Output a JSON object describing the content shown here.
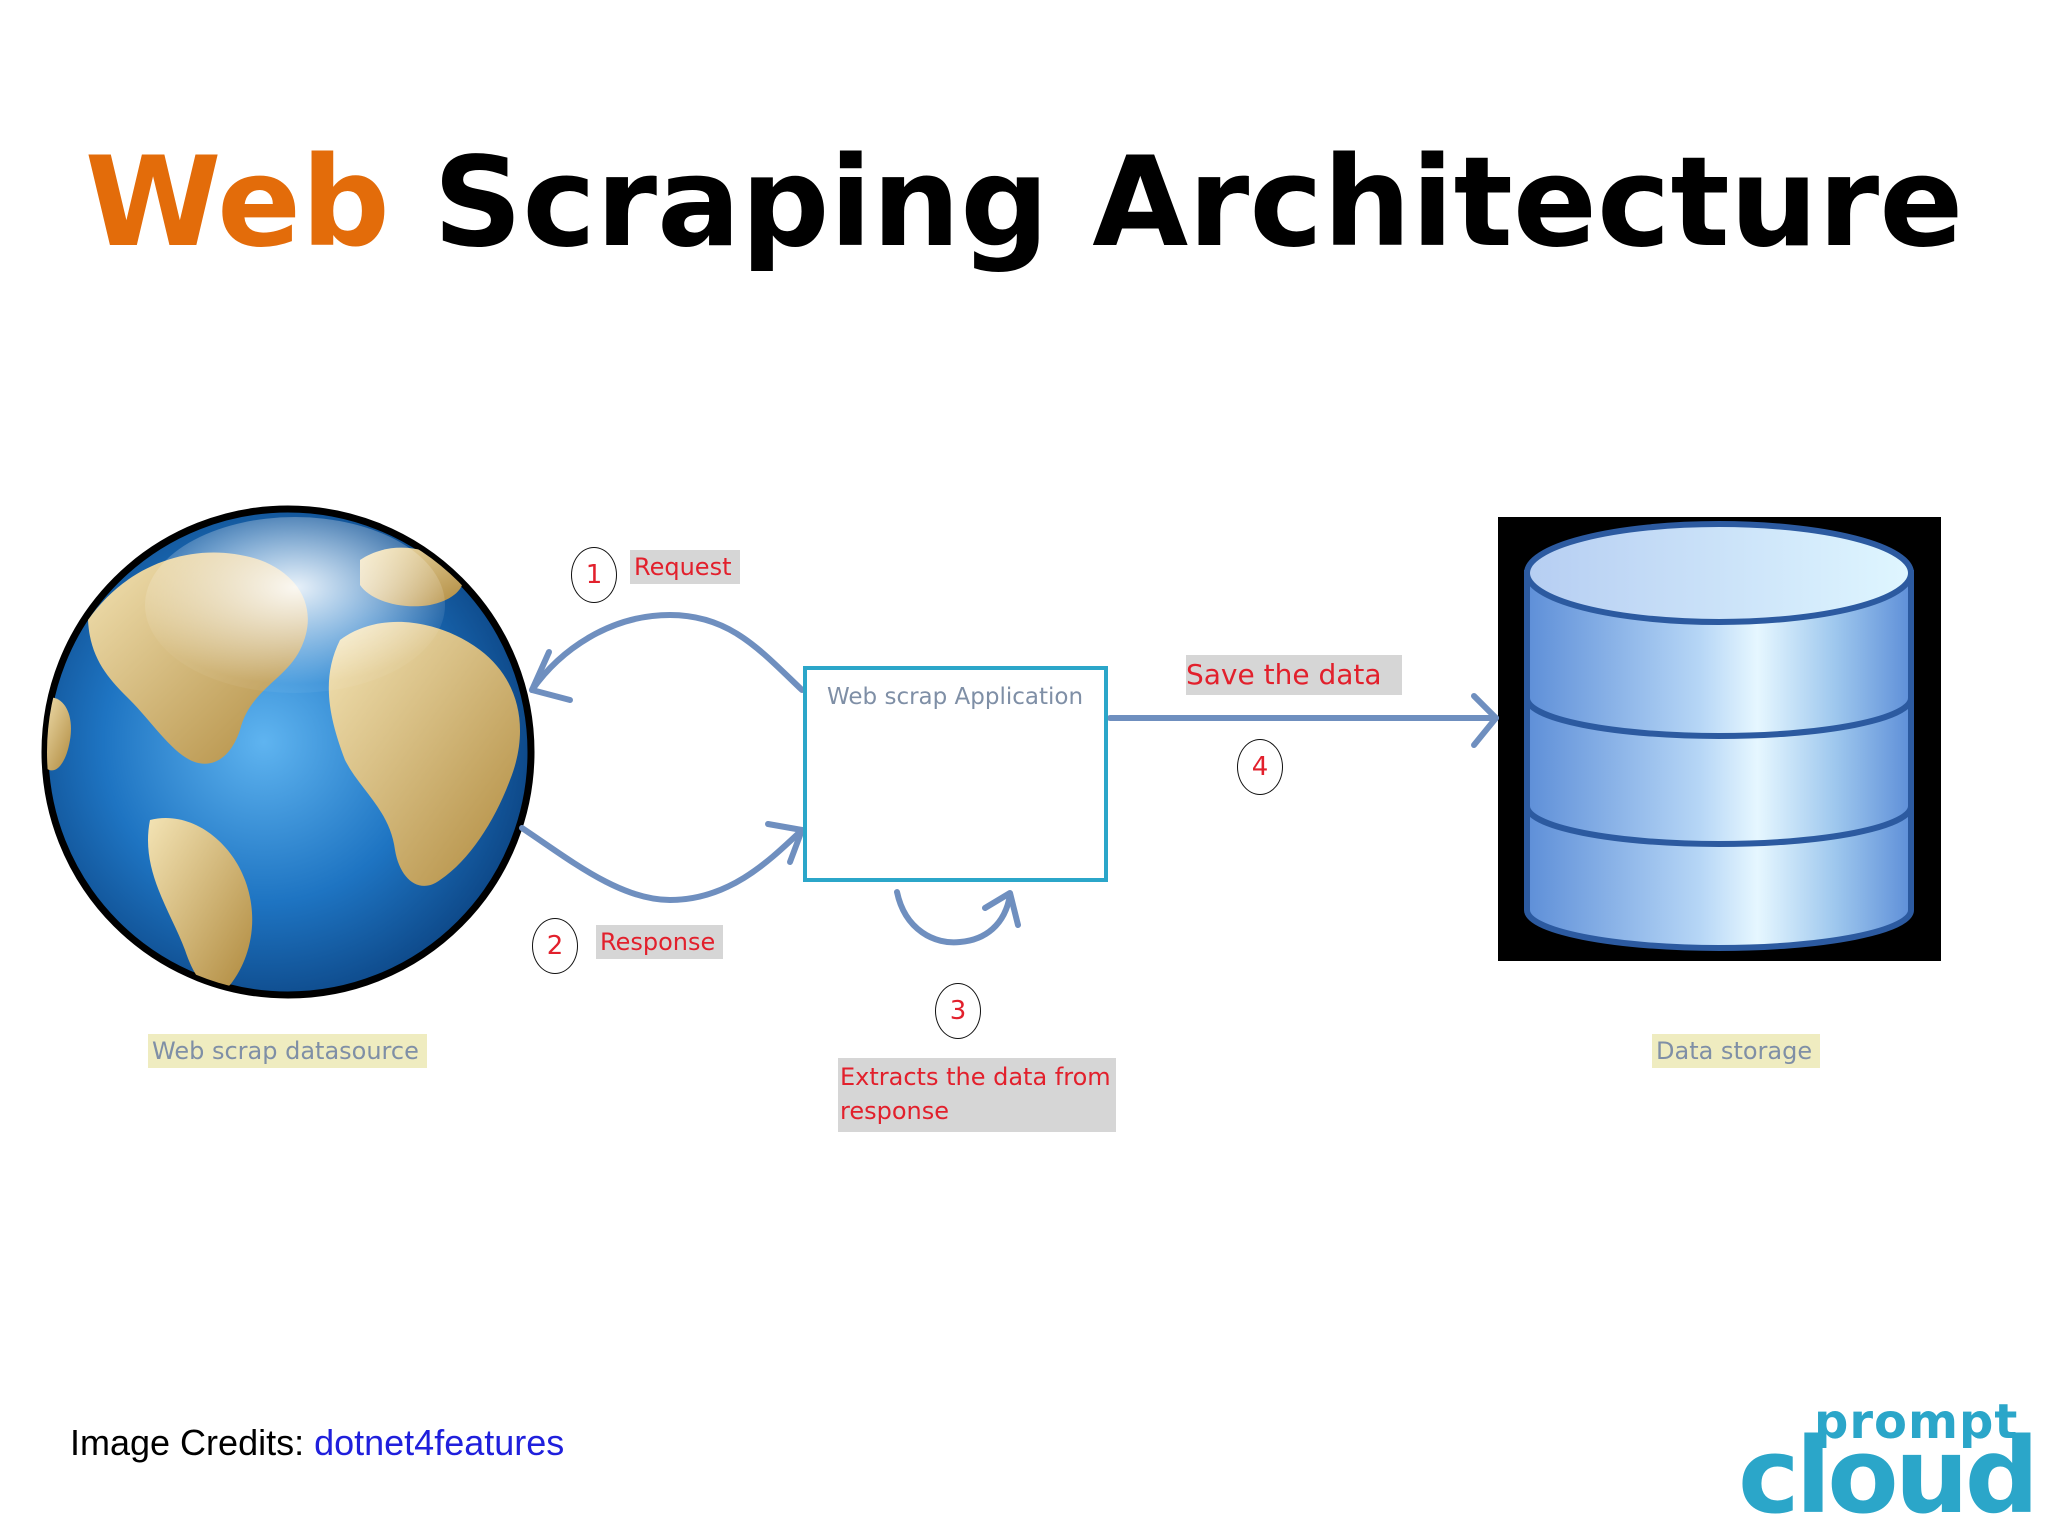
{
  "title": {
    "accent": "Web",
    "rest": " Scraping Architecture"
  },
  "nodes": {
    "datasource_label": "Web scrap datasource",
    "app_label": "Web scrap Application",
    "storage_label": "Data storage"
  },
  "steps": [
    {
      "number": "1",
      "label": "Request"
    },
    {
      "number": "2",
      "label": "Response"
    },
    {
      "number": "3",
      "label": "Extracts the data from response"
    },
    {
      "number": "4",
      "label": "Save the data"
    }
  ],
  "credits": {
    "prefix": "Image Credits: ",
    "link_text": "dotnet4features"
  },
  "logo": {
    "top_text": "prompt",
    "bottom_text": "cloud"
  },
  "colors": {
    "title_accent": "#e36c0a",
    "arrow": "#6f8fbf",
    "label_red": "#e2202c",
    "app_border": "#2ba6c9",
    "logo": "#2ba6c9"
  }
}
